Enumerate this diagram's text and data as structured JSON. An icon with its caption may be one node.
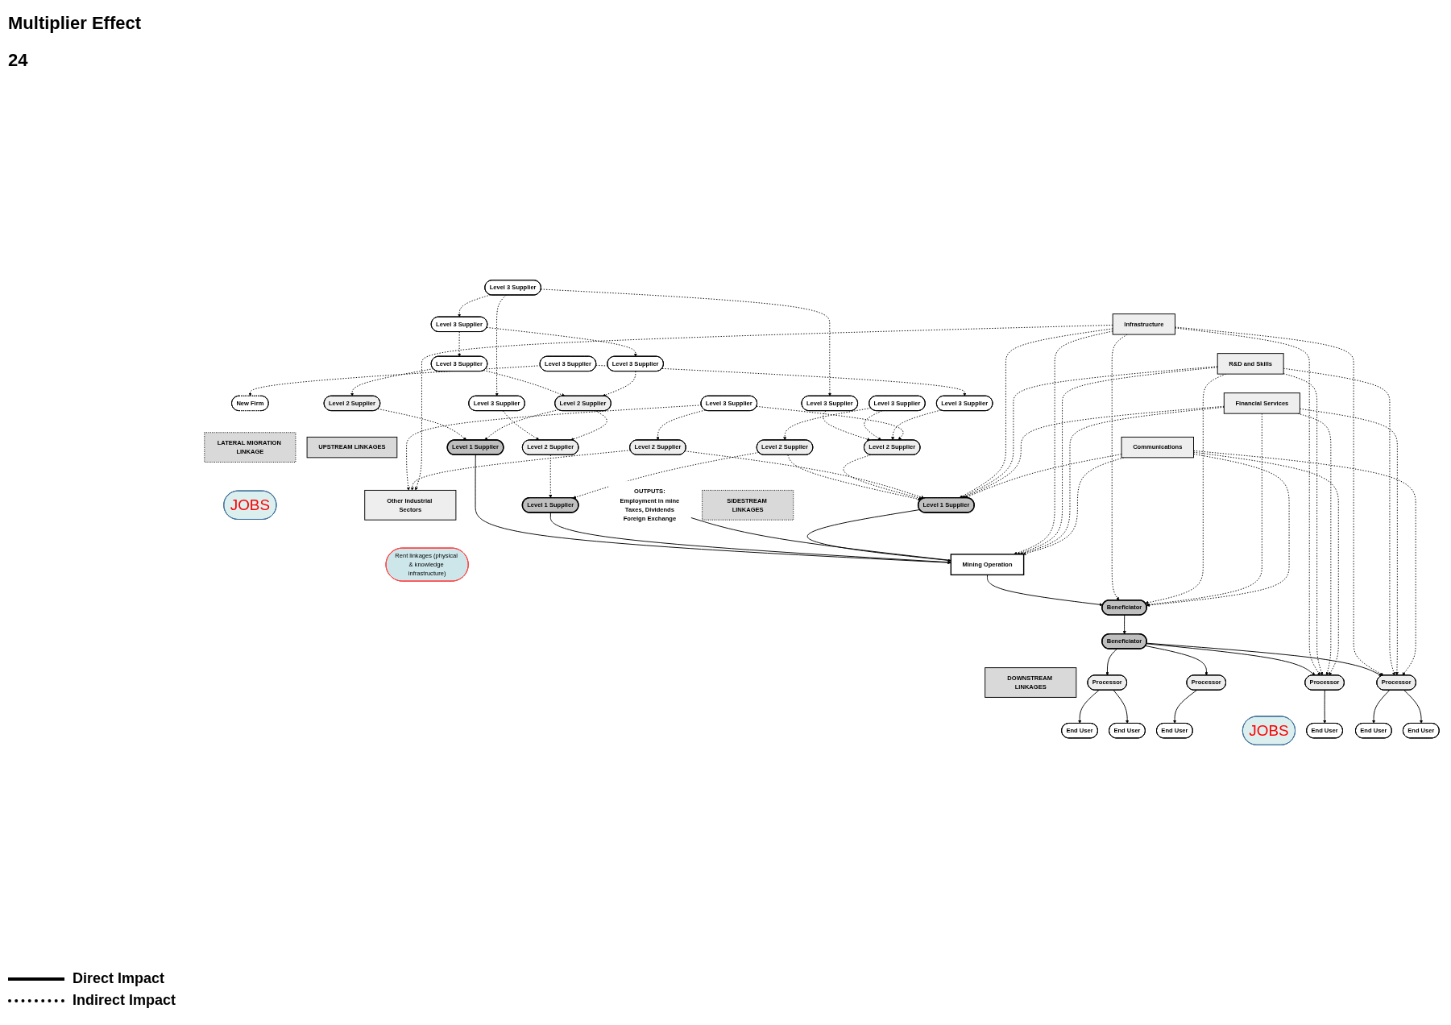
{
  "diagram": {
    "nodes": [
      {
        "text": [
          "Level 3 Supplier"
        ]
      },
      {
        "text": [
          "Level 3 Supplier"
        ]
      },
      {
        "text": [
          "Level 3 Supplier"
        ]
      },
      {
        "text": [
          "Level 3 Supplier"
        ]
      },
      {
        "text": [
          "New Firm"
        ]
      },
      {
        "text": [
          "LATERAL MIGRATION LINKAGE"
        ]
      },
      {
        "text": [
          "JOBS"
        ]
      },
      {
        "text": [
          "Level 3 Supplier"
        ]
      },
      {
        "text": [
          "Level 3 Supplier"
        ]
      },
      {
        "text": [
          "Level 3 Supplier"
        ]
      },
      {
        "text": [
          "Level 3 Supplier"
        ]
      },
      {
        "text": [
          "Level 3 Supplier"
        ]
      },
      {
        "text": [
          "Level 3 Supplier"
        ]
      },
      {
        "text": [
          "UPSTREAM LINKAGES"
        ]
      },
      {
        "text": [
          "Level 2 Supplier"
        ]
      },
      {
        "text": [
          "Level 2 Supplier"
        ]
      },
      {
        "text": [
          "Level 2 Supplier"
        ]
      },
      {
        "text": [
          "Level 2 Supplier"
        ]
      },
      {
        "text": [
          "Level 2 Supplier"
        ]
      },
      {
        "text": [
          "Level 2 Supplier"
        ]
      },
      {
        "text": [
          "Other Industrial Sectors"
        ]
      },
      {
        "text": [
          "Level 1 Supplier"
        ]
      },
      {
        "text": [
          "Level 1 Supplier"
        ]
      },
      {
        "text": [
          "Level 1 Supplier"
        ]
      },
      {
        "text": [
          "Rent linkages (physical & knowledge infrastructure)"
        ]
      },
      {
        "text": [
          "OUTPUTS:",
          "Employment in mine",
          "Taxes, Dividends",
          "Foreign Exchange"
        ]
      },
      {
        "text": [
          "Mining Operation"
        ]
      },
      {
        "text": [
          "Infrastructure"
        ]
      },
      {
        "text": [
          "R&D and Skills"
        ]
      },
      {
        "text": [
          "Beneficiator"
        ]
      },
      {
        "text": [
          "Financial Services"
        ]
      },
      {
        "text": [
          "Beneficiator"
        ]
      },
      {
        "text": [
          "Communications"
        ]
      },
      {
        "text": [
          "DOWNSTREAM LINKAGES"
        ]
      },
      {
        "text": [
          "Processor"
        ]
      },
      {
        "text": [
          "Processor"
        ]
      },
      {
        "text": [
          "Processor"
        ]
      },
      {
        "text": [
          "Processor"
        ]
      },
      {
        "text": [
          "JOBS"
        ]
      },
      {
        "text": [
          "End User"
        ]
      },
      {
        "text": [
          "End User"
        ]
      },
      {
        "text": [
          "End User"
        ]
      },
      {
        "text": [
          "End User"
        ]
      },
      {
        "text": [
          "End User"
        ]
      },
      {
        "text": [
          "End User"
        ]
      },
      {
        "text": [
          "SIDESTREAM LINKAGES"
        ]
      }
    ],
    "edges": [
      {
        "from": 1,
        "to": 0,
        "arrow": "to",
        "style": "dashed"
      },
      {
        "from": 1,
        "to": 2,
        "arrow": "to",
        "style": "dashed"
      },
      {
        "from": 3,
        "to": 4,
        "arrow": "to",
        "style": "dashed"
      },
      {
        "from": 0,
        "to": 7,
        "arrow": "to",
        "style": "dashed"
      },
      {
        "from": 0,
        "to": 8,
        "arrow": "to",
        "style": "dashed"
      },
      {
        "from": 1,
        "to": 9,
        "arrow": "to",
        "style": "dashed"
      },
      {
        "from": 3,
        "to": 11,
        "arrow": "to",
        "style": "dashed"
      },
      {
        "from": 7,
        "to": 14,
        "arrow": "to",
        "style": "dashed"
      },
      {
        "from": 7,
        "to": 15,
        "arrow": "to",
        "style": "dashed"
      },
      {
        "from": 8,
        "to": 15,
        "arrow": "to",
        "style": "dashed"
      },
      {
        "from": 9,
        "to": 16,
        "arrow": "to",
        "style": "dashed"
      },
      {
        "from": 2,
        "to": 18,
        "arrow": "to",
        "style": "dashed"
      },
      {
        "from": 10,
        "to": 17,
        "arrow": "to",
        "style": "dashed"
      },
      {
        "from": 10,
        "to": 18,
        "arrow": "to",
        "style": "dashed"
      },
      {
        "from": 11,
        "to": 18,
        "arrow": "to",
        "style": "dashed"
      },
      {
        "from": 12,
        "to": 18,
        "arrow": "to",
        "style": "dashed"
      },
      {
        "from": 12,
        "to": 19,
        "arrow": "to",
        "style": "dashed"
      },
      {
        "from": 12,
        "to": 20,
        "arrow": "to",
        "style": "dashed"
      },
      {
        "from": 15,
        "to": 16,
        "arrow": "to",
        "style": "dashed"
      },
      {
        "from": 19,
        "to": 20,
        "arrow": "to",
        "style": "dashed"
      },
      {
        "from": 14,
        "to": 21,
        "arrow": "to",
        "style": "dashed"
      },
      {
        "from": 15,
        "to": 21,
        "arrow": "to",
        "style": "dashed"
      },
      {
        "from": 16,
        "to": 22,
        "arrow": "to",
        "style": "dashed"
      },
      {
        "from": 17,
        "to": 22,
        "arrow": "to",
        "style": "dashed"
      },
      {
        "from": 17,
        "to": 23,
        "arrow": "to",
        "style": "dashed"
      },
      {
        "from": 18,
        "to": 23,
        "arrow": "to",
        "style": "dashed"
      },
      {
        "from": 19,
        "to": 23,
        "arrow": "to",
        "style": "dashed"
      },
      {
        "from": 21,
        "to": 26,
        "arrow": "to"
      },
      {
        "from": 22,
        "to": 26,
        "arrow": "to"
      },
      {
        "from": 23,
        "to": 26,
        "arrow": "to"
      },
      {
        "from": 25,
        "to": 26,
        "arrow": "none"
      },
      {
        "from": 27,
        "to": 20,
        "arrow": "to",
        "style": "dashed"
      },
      {
        "from": 26,
        "to": 29,
        "arrow": "to"
      },
      {
        "from": 29,
        "to": 31,
        "arrow": "to"
      },
      {
        "from": 31,
        "to": 34,
        "arrow": "to"
      },
      {
        "from": 31,
        "to": 35,
        "arrow": "to"
      },
      {
        "from": 31,
        "to": 36,
        "arrow": "to"
      },
      {
        "from": 31,
        "to": 37,
        "arrow": "to"
      },
      {
        "from": 34,
        "to": 39,
        "arrow": "to"
      },
      {
        "from": 34,
        "to": 40,
        "arrow": "to"
      },
      {
        "from": 35,
        "to": 41,
        "arrow": "to"
      },
      {
        "from": 36,
        "to": 42,
        "arrow": "to"
      },
      {
        "from": 37,
        "to": 43,
        "arrow": "to"
      },
      {
        "from": 37,
        "to": 44,
        "arrow": "to"
      },
      {
        "from": 27,
        "to": 23,
        "arrow": "to",
        "style": "dashed"
      },
      {
        "from": 27,
        "to": 26,
        "arrow": "to",
        "style": "dashed"
      },
      {
        "from": 27,
        "to": 29,
        "arrow": "to",
        "style": "dashed"
      },
      {
        "from": 27,
        "to": 36,
        "arrow": "to",
        "style": "dashed"
      },
      {
        "from": 27,
        "to": 37,
        "arrow": "to",
        "style": "dashed"
      },
      {
        "from": 28,
        "to": 23,
        "arrow": "to",
        "style": "dashed"
      },
      {
        "from": 28,
        "to": 26,
        "arrow": "to",
        "style": "dashed"
      },
      {
        "from": 28,
        "to": 29,
        "arrow": "to",
        "style": "dashed"
      },
      {
        "from": 28,
        "to": 36,
        "arrow": "to",
        "style": "dashed"
      },
      {
        "from": 28,
        "to": 37,
        "arrow": "to",
        "style": "dashed"
      },
      {
        "from": 30,
        "to": 23,
        "arrow": "to",
        "style": "dashed"
      },
      {
        "from": 30,
        "to": 26,
        "arrow": "to",
        "style": "dashed"
      },
      {
        "from": 30,
        "to": 29,
        "arrow": "to",
        "style": "dashed"
      },
      {
        "from": 30,
        "to": 36,
        "arrow": "to",
        "style": "dashed"
      },
      {
        "from": 30,
        "to": 37,
        "arrow": "to",
        "style": "dashed"
      },
      {
        "from": 32,
        "to": 23,
        "arrow": "to",
        "style": "dashed"
      },
      {
        "from": 32,
        "to": 26,
        "arrow": "to",
        "style": "dashed"
      },
      {
        "from": 32,
        "to": 29,
        "arrow": "to",
        "style": "dashed"
      },
      {
        "from": 32,
        "to": 36,
        "arrow": "to",
        "style": "dashed"
      },
      {
        "from": 32,
        "to": 37,
        "arrow": "to",
        "style": "dashed"
      }
    ],
    "labels": [
      "Multiplier Effect",
      "24"
    ],
    "legend": [
      {
        "text": "Direct Impact"
      },
      {
        "text": "Indirect Impact"
      }
    ]
  }
}
